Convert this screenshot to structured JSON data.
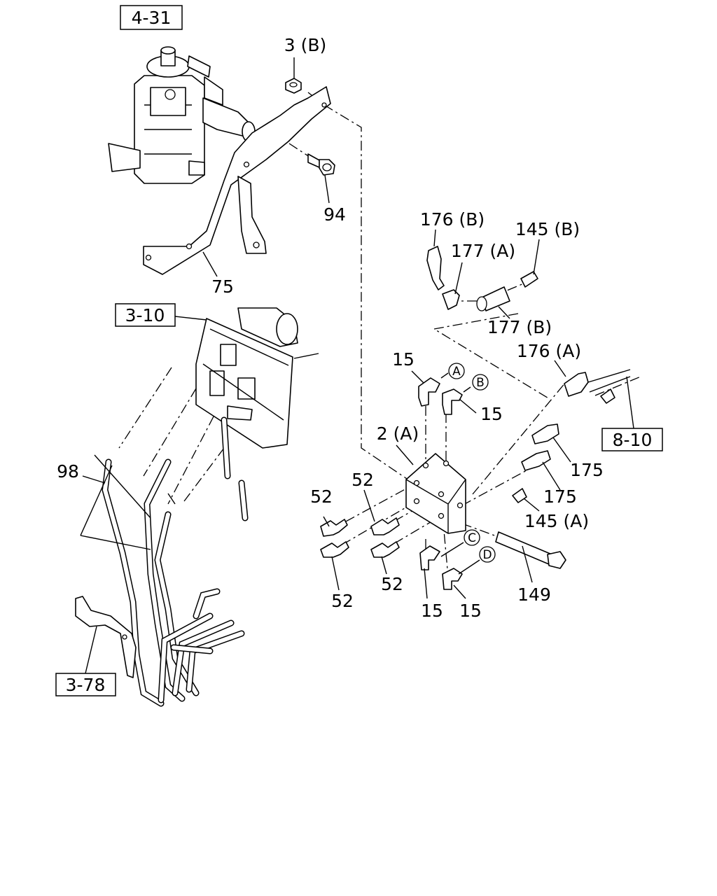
{
  "reference_boxes": [
    {
      "id": "ref-4-31",
      "text": "4-31"
    },
    {
      "id": "ref-3-10",
      "text": "3-10"
    },
    {
      "id": "ref-8-10",
      "text": "8-10"
    },
    {
      "id": "ref-3-78",
      "text": "3-78"
    }
  ],
  "part_labels": {
    "p3b": "3 (B)",
    "p94": "94",
    "p75": "75",
    "p176b": "176 (B)",
    "p177a": "177 (A)",
    "p145b": "145 (B)",
    "p177b": "177 (B)",
    "p176a": "176 (A)",
    "p15_top_a": "15",
    "p15_top_b": "15",
    "p2a": "2 (A)",
    "p175_1": "175",
    "p175_2": "175",
    "p145a": "145 (A)",
    "p98": "98",
    "p52_a": "52",
    "p52_b": "52",
    "p52_c": "52",
    "p52_d": "52",
    "p15_bot_c": "15",
    "p15_bot_d": "15",
    "p149": "149"
  },
  "circle_markers": {
    "a": "A",
    "b": "B",
    "c": "C",
    "d": "D"
  }
}
